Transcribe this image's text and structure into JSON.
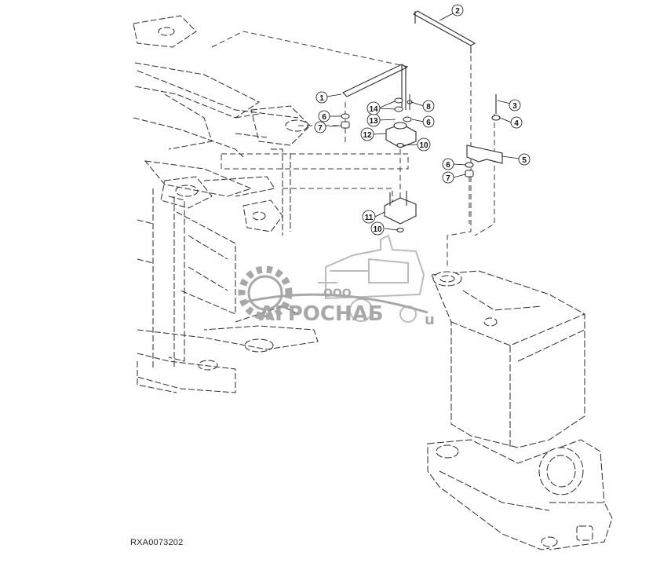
{
  "figure": {
    "id_label": "RXA0073202"
  },
  "callouts": [
    {
      "number": "1"
    },
    {
      "number": "2"
    },
    {
      "number": "3"
    },
    {
      "number": "4"
    },
    {
      "number": "5"
    },
    {
      "number": "6"
    },
    {
      "number": "6"
    },
    {
      "number": "6"
    },
    {
      "number": "7"
    },
    {
      "number": "7"
    },
    {
      "number": "8"
    },
    {
      "number": "10"
    },
    {
      "number": "10"
    },
    {
      "number": "11"
    },
    {
      "number": "12"
    },
    {
      "number": "13"
    },
    {
      "number": "14"
    }
  ],
  "watermark": {
    "line1": "ООО",
    "line2": "АГРОСНАБ",
    "suffix": "u",
    "color": "#9a9a9a"
  },
  "colors": {
    "line": "#2a2a2a",
    "dash": "#3a3a3a",
    "background": "#ffffff"
  }
}
